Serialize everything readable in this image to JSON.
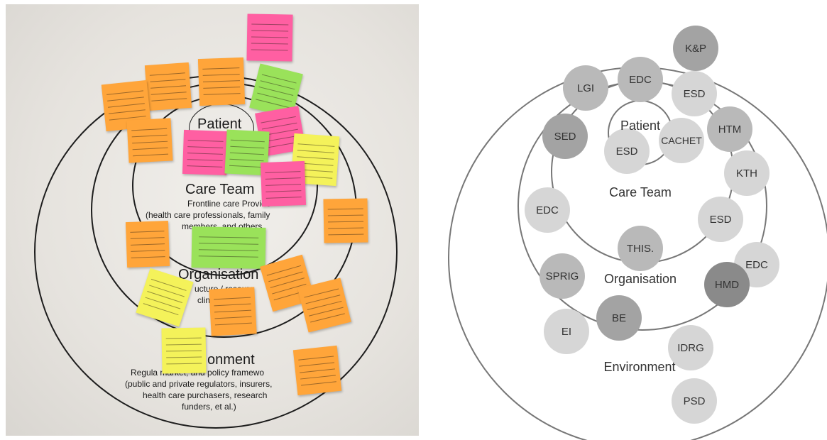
{
  "photo": {
    "labels": {
      "patient": "Patient",
      "care_team": "Care Team",
      "care_team_sub_1": "Frontline care Provide",
      "care_team_sub_2": "(health care professionals, family",
      "care_team_sub_3": "members, and others",
      "organisation": "Organisation",
      "organisation_sub_1": "ucture / resourc",
      "organisation_sub_2": "clinic        ho",
      "environment": "onment",
      "environment_sub_1": "Regula          market, and policy framewo",
      "environment_sub_2": "(public and private regulators, insurers,",
      "environment_sub_3": "health care purchasers, research",
      "environment_sub_4": "funders, et al.)"
    },
    "note_colors": {
      "orange": "#ffa53a",
      "pink": "#ff5fa2",
      "green": "#9ae25a",
      "yellow": "#f4f25a"
    }
  },
  "diagram": {
    "ring_labels": {
      "patient": "Patient",
      "care_team": "Care Team",
      "organisation": "Organisation",
      "environment": "Environment"
    },
    "nodes": [
      {
        "label": "K&P",
        "shade": "dark"
      },
      {
        "label": "LGI",
        "shade": "medium"
      },
      {
        "label": "EDC",
        "shade": "medium"
      },
      {
        "label": "ESD",
        "shade": "light"
      },
      {
        "label": "HTM",
        "shade": "medium"
      },
      {
        "label": "SED",
        "shade": "dark"
      },
      {
        "label": "CACHET",
        "shade": "light"
      },
      {
        "label": "ESD",
        "shade": "light"
      },
      {
        "label": "KTH",
        "shade": "light"
      },
      {
        "label": "EDC",
        "shade": "light"
      },
      {
        "label": "ESD",
        "shade": "light"
      },
      {
        "label": "THIS.",
        "shade": "medium"
      },
      {
        "label": "EDC",
        "shade": "light"
      },
      {
        "label": "SPRIG",
        "shade": "medium"
      },
      {
        "label": "HMD",
        "shade": "darker"
      },
      {
        "label": "BE",
        "shade": "dark"
      },
      {
        "label": "EI",
        "shade": "light"
      },
      {
        "label": "IDRG",
        "shade": "light"
      },
      {
        "label": "PSD",
        "shade": "light"
      }
    ],
    "shades": {
      "light": "#d6d6d6",
      "medium": "#b9b9b9",
      "dark": "#a3a3a3",
      "darker": "#8a8a8a"
    },
    "ring_color": "#777777",
    "text_color": "#333333"
  }
}
